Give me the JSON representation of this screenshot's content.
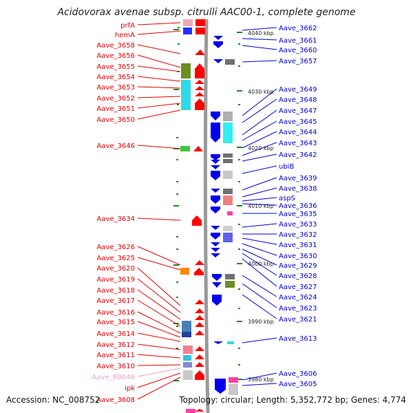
{
  "title": "Acidovorax avenae subsp. citrulli AAC00-1, complete genome",
  "footer": {
    "accession": "Accession: NC_008752",
    "topology": "Topology: circular; Length: 5,352,772 bp; Genes: 4,774"
  },
  "colors": {
    "left_label": "#e00000",
    "right_label": "#0000cc",
    "rna_label": "#e8a0c8",
    "backbone": "#999999",
    "tick": "#1a8a1a"
  },
  "scale_labels": [
    "4040 kbp",
    "4030 kbp",
    "4020 kbp",
    "4010 kbp",
    "4000 kbp",
    "3990 kbp",
    "3980 kbp"
  ],
  "left_labels": [
    {
      "text": "prfA",
      "type": "gene"
    },
    {
      "text": "hemA",
      "type": "gene"
    },
    {
      "text": "Aave_3658",
      "type": "gene"
    },
    {
      "text": "Aave_3656",
      "type": "gene"
    },
    {
      "text": "Aave_3655",
      "type": "gene"
    },
    {
      "text": "Aave_3654",
      "type": "gene"
    },
    {
      "text": "Aave_3653",
      "type": "gene"
    },
    {
      "text": "Aave_3652",
      "type": "gene"
    },
    {
      "text": "Aave_3651",
      "type": "gene"
    },
    {
      "text": "Aave_3650",
      "type": "gene"
    },
    {
      "text": "Aave_3646",
      "type": "gene"
    },
    {
      "text": "Aave_3634",
      "type": "gene"
    },
    {
      "text": "Aave_3626",
      "type": "gene"
    },
    {
      "text": "Aave_3625",
      "type": "gene"
    },
    {
      "text": "Aave_3620",
      "type": "gene"
    },
    {
      "text": "Aave_3619",
      "type": "gene"
    },
    {
      "text": "Aave_3618",
      "type": "gene"
    },
    {
      "text": "Aave_3617",
      "type": "gene"
    },
    {
      "text": "Aave_3616",
      "type": "gene"
    },
    {
      "text": "Aave_3615",
      "type": "gene"
    },
    {
      "text": "Aave_3614",
      "type": "gene"
    },
    {
      "text": "Aave_3612",
      "type": "gene"
    },
    {
      "text": "Aave_3611",
      "type": "gene"
    },
    {
      "text": "Aave_3610",
      "type": "gene"
    },
    {
      "text": "Aave_R0046",
      "type": "rna"
    },
    {
      "text": "ipk",
      "type": "gene"
    },
    {
      "text": "Aave_3608",
      "type": "gene"
    }
  ],
  "right_labels": [
    {
      "text": "Aave_3662"
    },
    {
      "text": "Aave_3661"
    },
    {
      "text": "Aave_3660"
    },
    {
      "text": "Aave_3657"
    },
    {
      "text": "Aave_3649"
    },
    {
      "text": "Aave_3648"
    },
    {
      "text": "Aave_3647"
    },
    {
      "text": "Aave_3645"
    },
    {
      "text": "Aave_3644"
    },
    {
      "text": "Aave_3643"
    },
    {
      "text": "Aave_3642"
    },
    {
      "text": "ubiB"
    },
    {
      "text": "Aave_3639"
    },
    {
      "text": "Aave_3638"
    },
    {
      "text": "aspS"
    },
    {
      "text": "Aave_3636"
    },
    {
      "text": "Aave_3635"
    },
    {
      "text": "Aave_3633"
    },
    {
      "text": "Aave_3632"
    },
    {
      "text": "Aave_3631"
    },
    {
      "text": "Aave_3630"
    },
    {
      "text": "Aave_3629"
    },
    {
      "text": "Aave_3628"
    },
    {
      "text": "Aave_3627"
    },
    {
      "text": "Aave_3624"
    },
    {
      "text": "Aave_3623"
    },
    {
      "text": "Aave_3621"
    },
    {
      "text": "Aave_3613"
    },
    {
      "text": "Aave_3606"
    },
    {
      "text": "Aave_3605"
    }
  ]
}
